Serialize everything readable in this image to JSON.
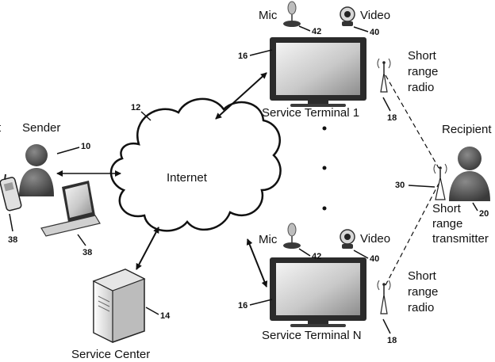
{
  "labels": {
    "mic_1": "Mic",
    "video_1": "Video",
    "short_range_radio_1": [
      "Short",
      "range",
      "radio"
    ],
    "service_terminal_1": "Service Terminal 1",
    "sender": "Sender",
    "recipient": "Recipient",
    "internet": "Internet",
    "short_range_transmitter": [
      "Short",
      "range",
      "transmitter"
    ],
    "mic_n": "Mic",
    "video_n": "Video",
    "short_range_radio_n": [
      "Short",
      "range",
      "radio"
    ],
    "service_terminal_n": "Service Terminal N",
    "service_center": "Service Center",
    "left_cut_letter": "t"
  },
  "refs": {
    "mic_1": "42",
    "video_1": "40",
    "terminal_1": "16",
    "radio_1": "18",
    "internet": "12",
    "sender": "10",
    "transmitter": "30",
    "recipient": "20",
    "phone": "38",
    "laptop": "38",
    "mic_n": "42",
    "video_n": "40",
    "terminal_n": "16",
    "radio_n": "18",
    "service_center": "14"
  },
  "colors": {
    "screen_light": "#f2f2f2",
    "screen_dark": "#9a9a9a",
    "frame": "#2b2b2b",
    "person": "#6b6b6b",
    "server": "#e8e8e8"
  }
}
